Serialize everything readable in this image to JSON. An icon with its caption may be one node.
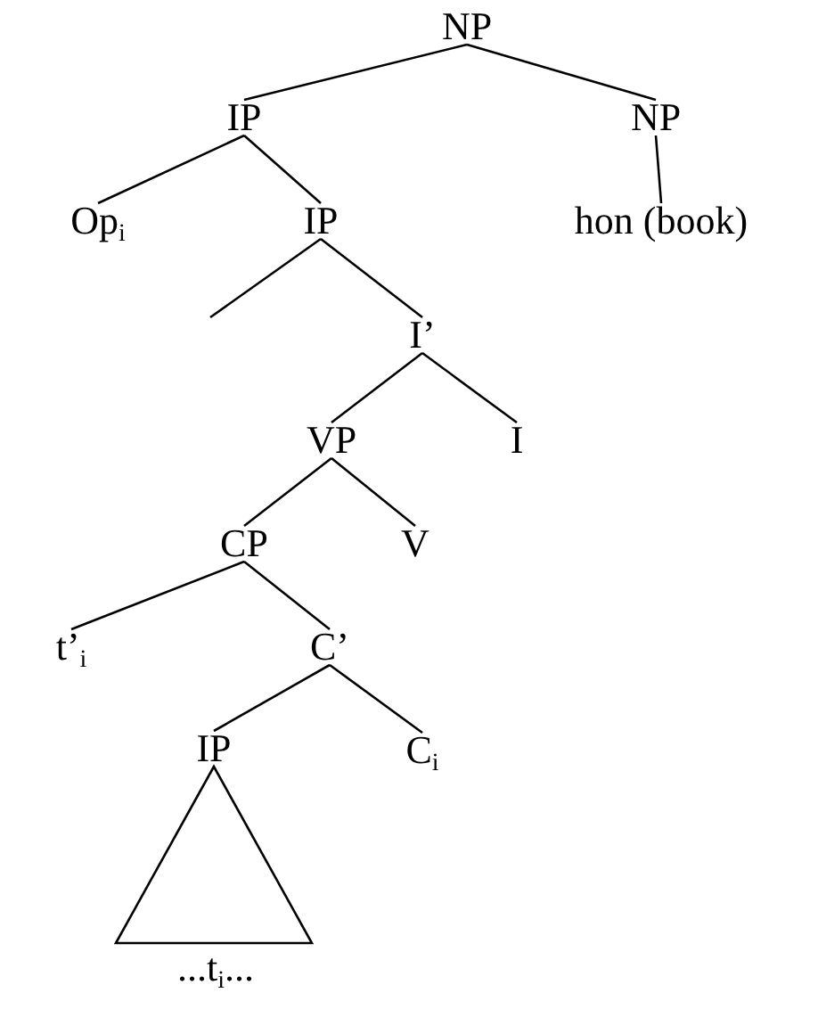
{
  "diagram": {
    "nodes": [
      {
        "text": [
          "NP"
        ]
      },
      {
        "text": [
          "IP"
        ]
      },
      {
        "text": [
          "NP"
        ]
      },
      {
        "text": [
          "Op$_{i}$"
        ]
      },
      {
        "text": [
          "IP"
        ]
      },
      {
        "text": [
          "hon (book)"
        ]
      },
      {
        "text": [
          "I’"
        ]
      },
      {
        "text": [
          "VP"
        ]
      },
      {
        "text": [
          "I"
        ]
      },
      {
        "text": [
          "CP"
        ]
      },
      {
        "text": [
          "V"
        ]
      },
      {
        "text": [
          "t’$_{i}$"
        ]
      },
      {
        "text": [
          "C’"
        ]
      },
      {
        "text": [
          "IP"
        ]
      },
      {
        "text": [
          "C$_{i}$"
        ]
      },
      {
        "text": [
          "...t$_{i}$..."
        ]
      }
    ],
    "edges": [
      {
        "from": 0,
        "to": 1,
        "arrow": "none"
      },
      {
        "from": 0,
        "to": 2,
        "arrow": "none"
      },
      {
        "from": 1,
        "to": 3,
        "arrow": "none"
      },
      {
        "from": 1,
        "to": 4,
        "arrow": "none"
      },
      {
        "from": 2,
        "to": 5,
        "arrow": "none"
      },
      {
        "from": 4,
        "to": null,
        "arrow": "none"
      },
      {
        "from": 4,
        "to": 6,
        "arrow": "none"
      },
      {
        "from": 6,
        "to": 7,
        "arrow": "none"
      },
      {
        "from": 6,
        "to": 8,
        "arrow": "none"
      },
      {
        "from": 7,
        "to": 9,
        "arrow": "none"
      },
      {
        "from": 7,
        "to": 10,
        "arrow": "none"
      },
      {
        "from": 9,
        "to": 11,
        "arrow": "none"
      },
      {
        "from": 9,
        "to": 12,
        "arrow": "none"
      },
      {
        "from": 12,
        "to": 13,
        "arrow": "none"
      },
      {
        "from": 12,
        "to": 14,
        "arrow": "none"
      },
      {
        "from": 13,
        "to": 15,
        "arrow": "none"
      }
    ]
  }
}
